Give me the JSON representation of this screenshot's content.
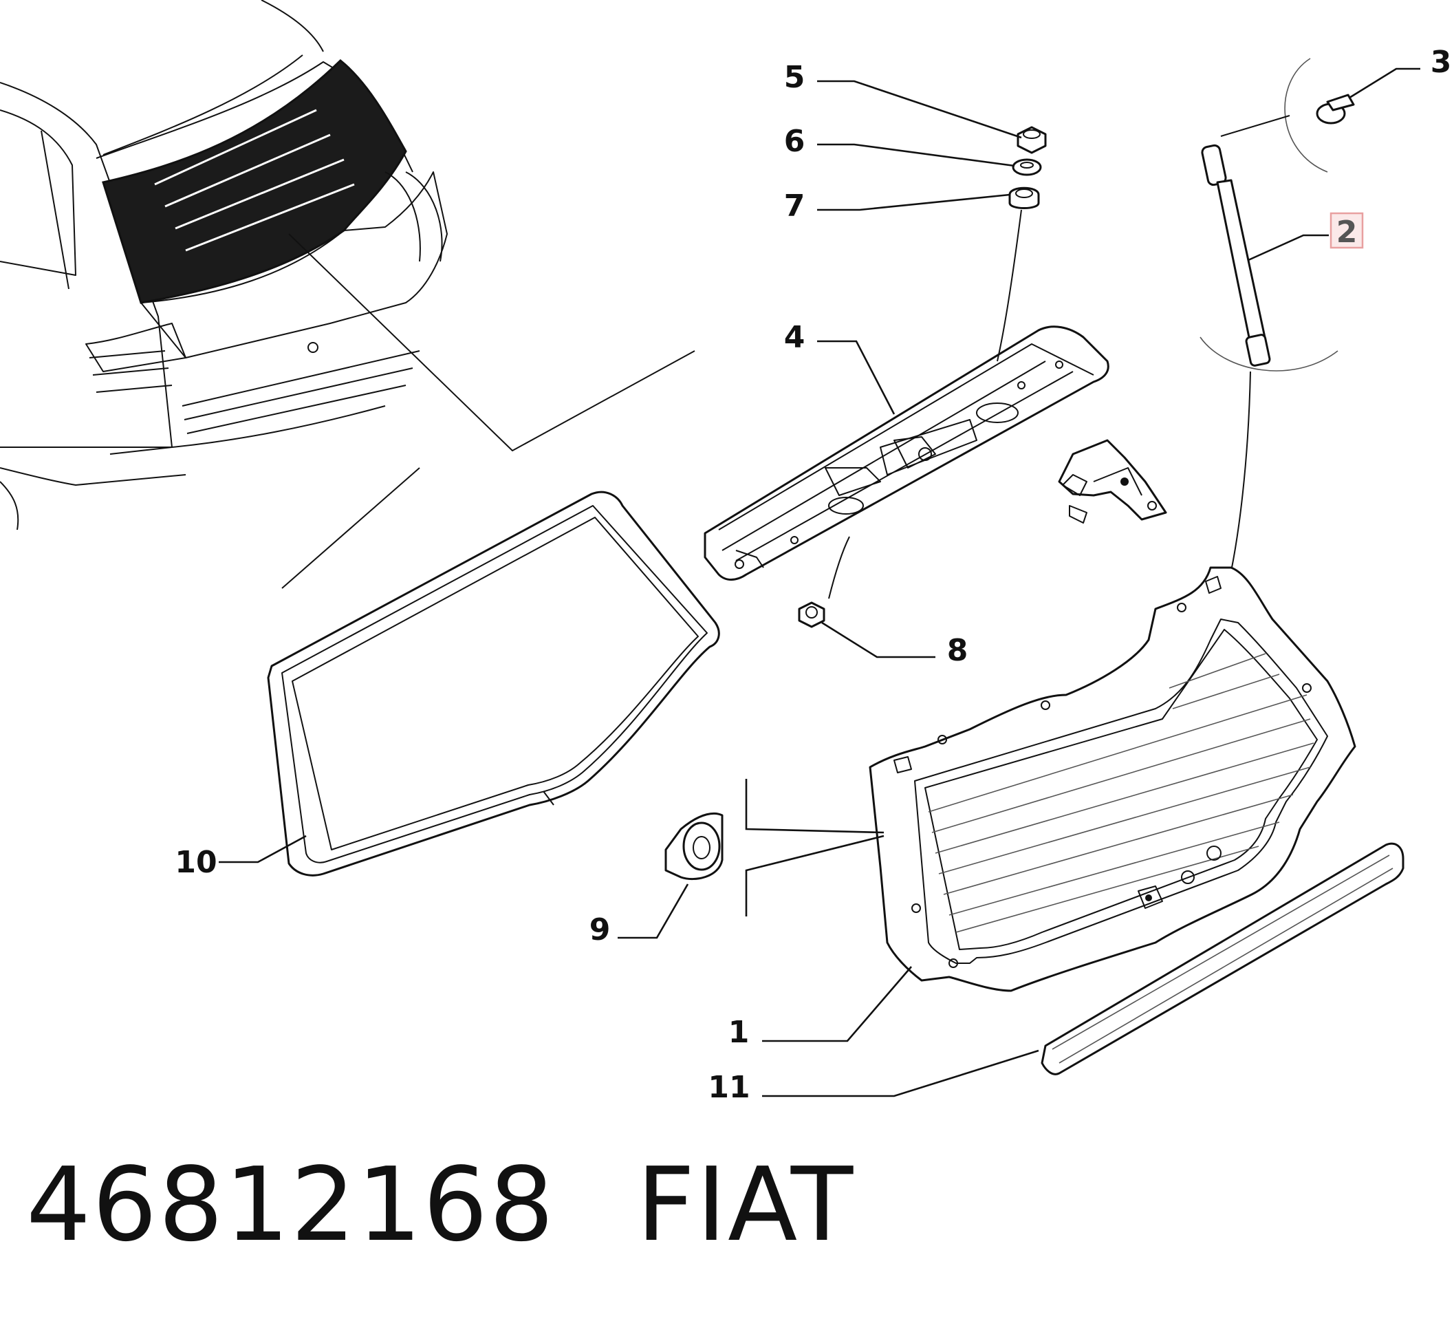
{
  "diagram": {
    "callouts": [
      {
        "id": "1",
        "label": "1",
        "highlighted": false
      },
      {
        "id": "2",
        "label": "2",
        "highlighted": true
      },
      {
        "id": "3",
        "label": "3",
        "highlighted": false
      },
      {
        "id": "4",
        "label": "4",
        "highlighted": false
      },
      {
        "id": "5",
        "label": "5",
        "highlighted": false
      },
      {
        "id": "6",
        "label": "6",
        "highlighted": false
      },
      {
        "id": "7",
        "label": "7",
        "highlighted": false
      },
      {
        "id": "8",
        "label": "8",
        "highlighted": false
      },
      {
        "id": "9",
        "label": "9",
        "highlighted": false
      },
      {
        "id": "10",
        "label": "10",
        "highlighted": false
      },
      {
        "id": "11",
        "label": "11",
        "highlighted": false
      }
    ],
    "highlight_color": "#e8a0a0"
  },
  "footer": {
    "part_number": "46812168",
    "brand": "FIAT"
  }
}
